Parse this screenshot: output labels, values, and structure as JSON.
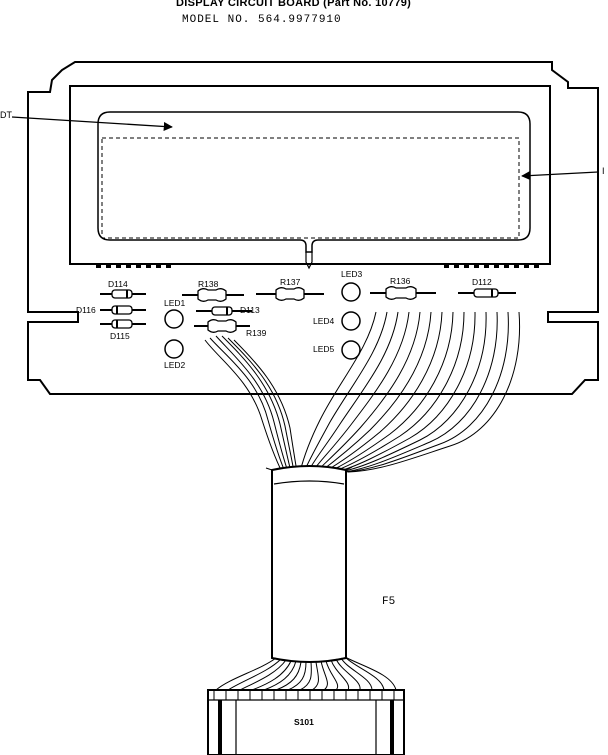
{
  "header": {
    "title": "DISPLAY CIRCUIT BOARD (Part No. 10779)",
    "model": "MODEL NO. 564.9977910"
  },
  "callouts": {
    "left": "DT",
    "right": "I"
  },
  "components": {
    "d114": "D114",
    "d116": "D116",
    "d115": "D115",
    "led1": "LED1",
    "led2": "LED2",
    "r138": "R138",
    "d113": "D113",
    "r139": "R139",
    "r137": "R137",
    "led3": "LED3",
    "led4": "LED4",
    "led5": "LED5",
    "r136": "R136",
    "d112": "D112"
  },
  "figure_label": "F5",
  "connector_label": "S101"
}
